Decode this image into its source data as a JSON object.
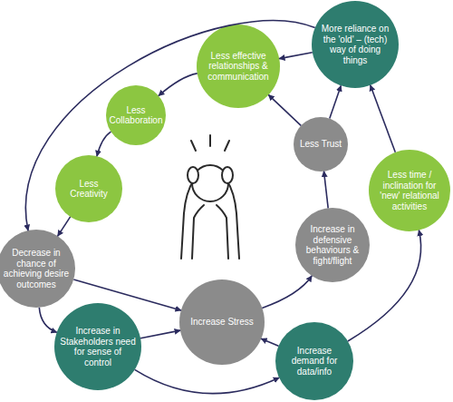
{
  "diagram": {
    "nodes": [
      {
        "text": [
          "More reliance on the 'old' – (tech) way of doing things"
        ]
      },
      {
        "text": [
          "Less effective relationships & communication"
        ]
      },
      {
        "text": [
          "Less Collaboration"
        ]
      },
      {
        "text": [
          "Less Creativity"
        ]
      },
      {
        "text": [
          "Decrease in chance of achieving desire outcomes"
        ]
      },
      {
        "text": [
          "Increase in Stakeholders need for sense of control"
        ]
      },
      {
        "text": [
          "Increase Stress"
        ]
      },
      {
        "text": [
          "Increase demand for data/info"
        ]
      },
      {
        "text": [
          "Increase in defensive behaviours & fight/flight"
        ]
      },
      {
        "text": [
          "Less Trust"
        ]
      },
      {
        "text": [
          "Less time / inclination for 'new' relational activities"
        ]
      }
    ],
    "edges": [
      {
        "from": 0,
        "to": 1,
        "arrow": "to"
      },
      {
        "from": 1,
        "to": 2,
        "arrow": "to"
      },
      {
        "from": 2,
        "to": 3,
        "arrow": "to"
      },
      {
        "from": 3,
        "to": 4,
        "arrow": "to"
      },
      {
        "from": 4,
        "to": 5,
        "arrow": "to"
      },
      {
        "from": 4,
        "to": 6,
        "arrow": "to"
      },
      {
        "from": 5,
        "to": 6,
        "arrow": "to"
      },
      {
        "from": 7,
        "to": 6,
        "arrow": "to"
      },
      {
        "from": 6,
        "to": 8,
        "arrow": "to"
      },
      {
        "from": 8,
        "to": 9,
        "arrow": "to"
      },
      {
        "from": 9,
        "to": 1,
        "arrow": "to"
      },
      {
        "from": 9,
        "to": 0,
        "arrow": "to"
      },
      {
        "from": 10,
        "to": 0,
        "arrow": "to"
      },
      {
        "from": 7,
        "to": 10,
        "arrow": "to"
      },
      {
        "from": 0,
        "to": 4,
        "arrow": "to"
      },
      {
        "from": 5,
        "to": 7,
        "arrow": "to"
      }
    ]
  }
}
